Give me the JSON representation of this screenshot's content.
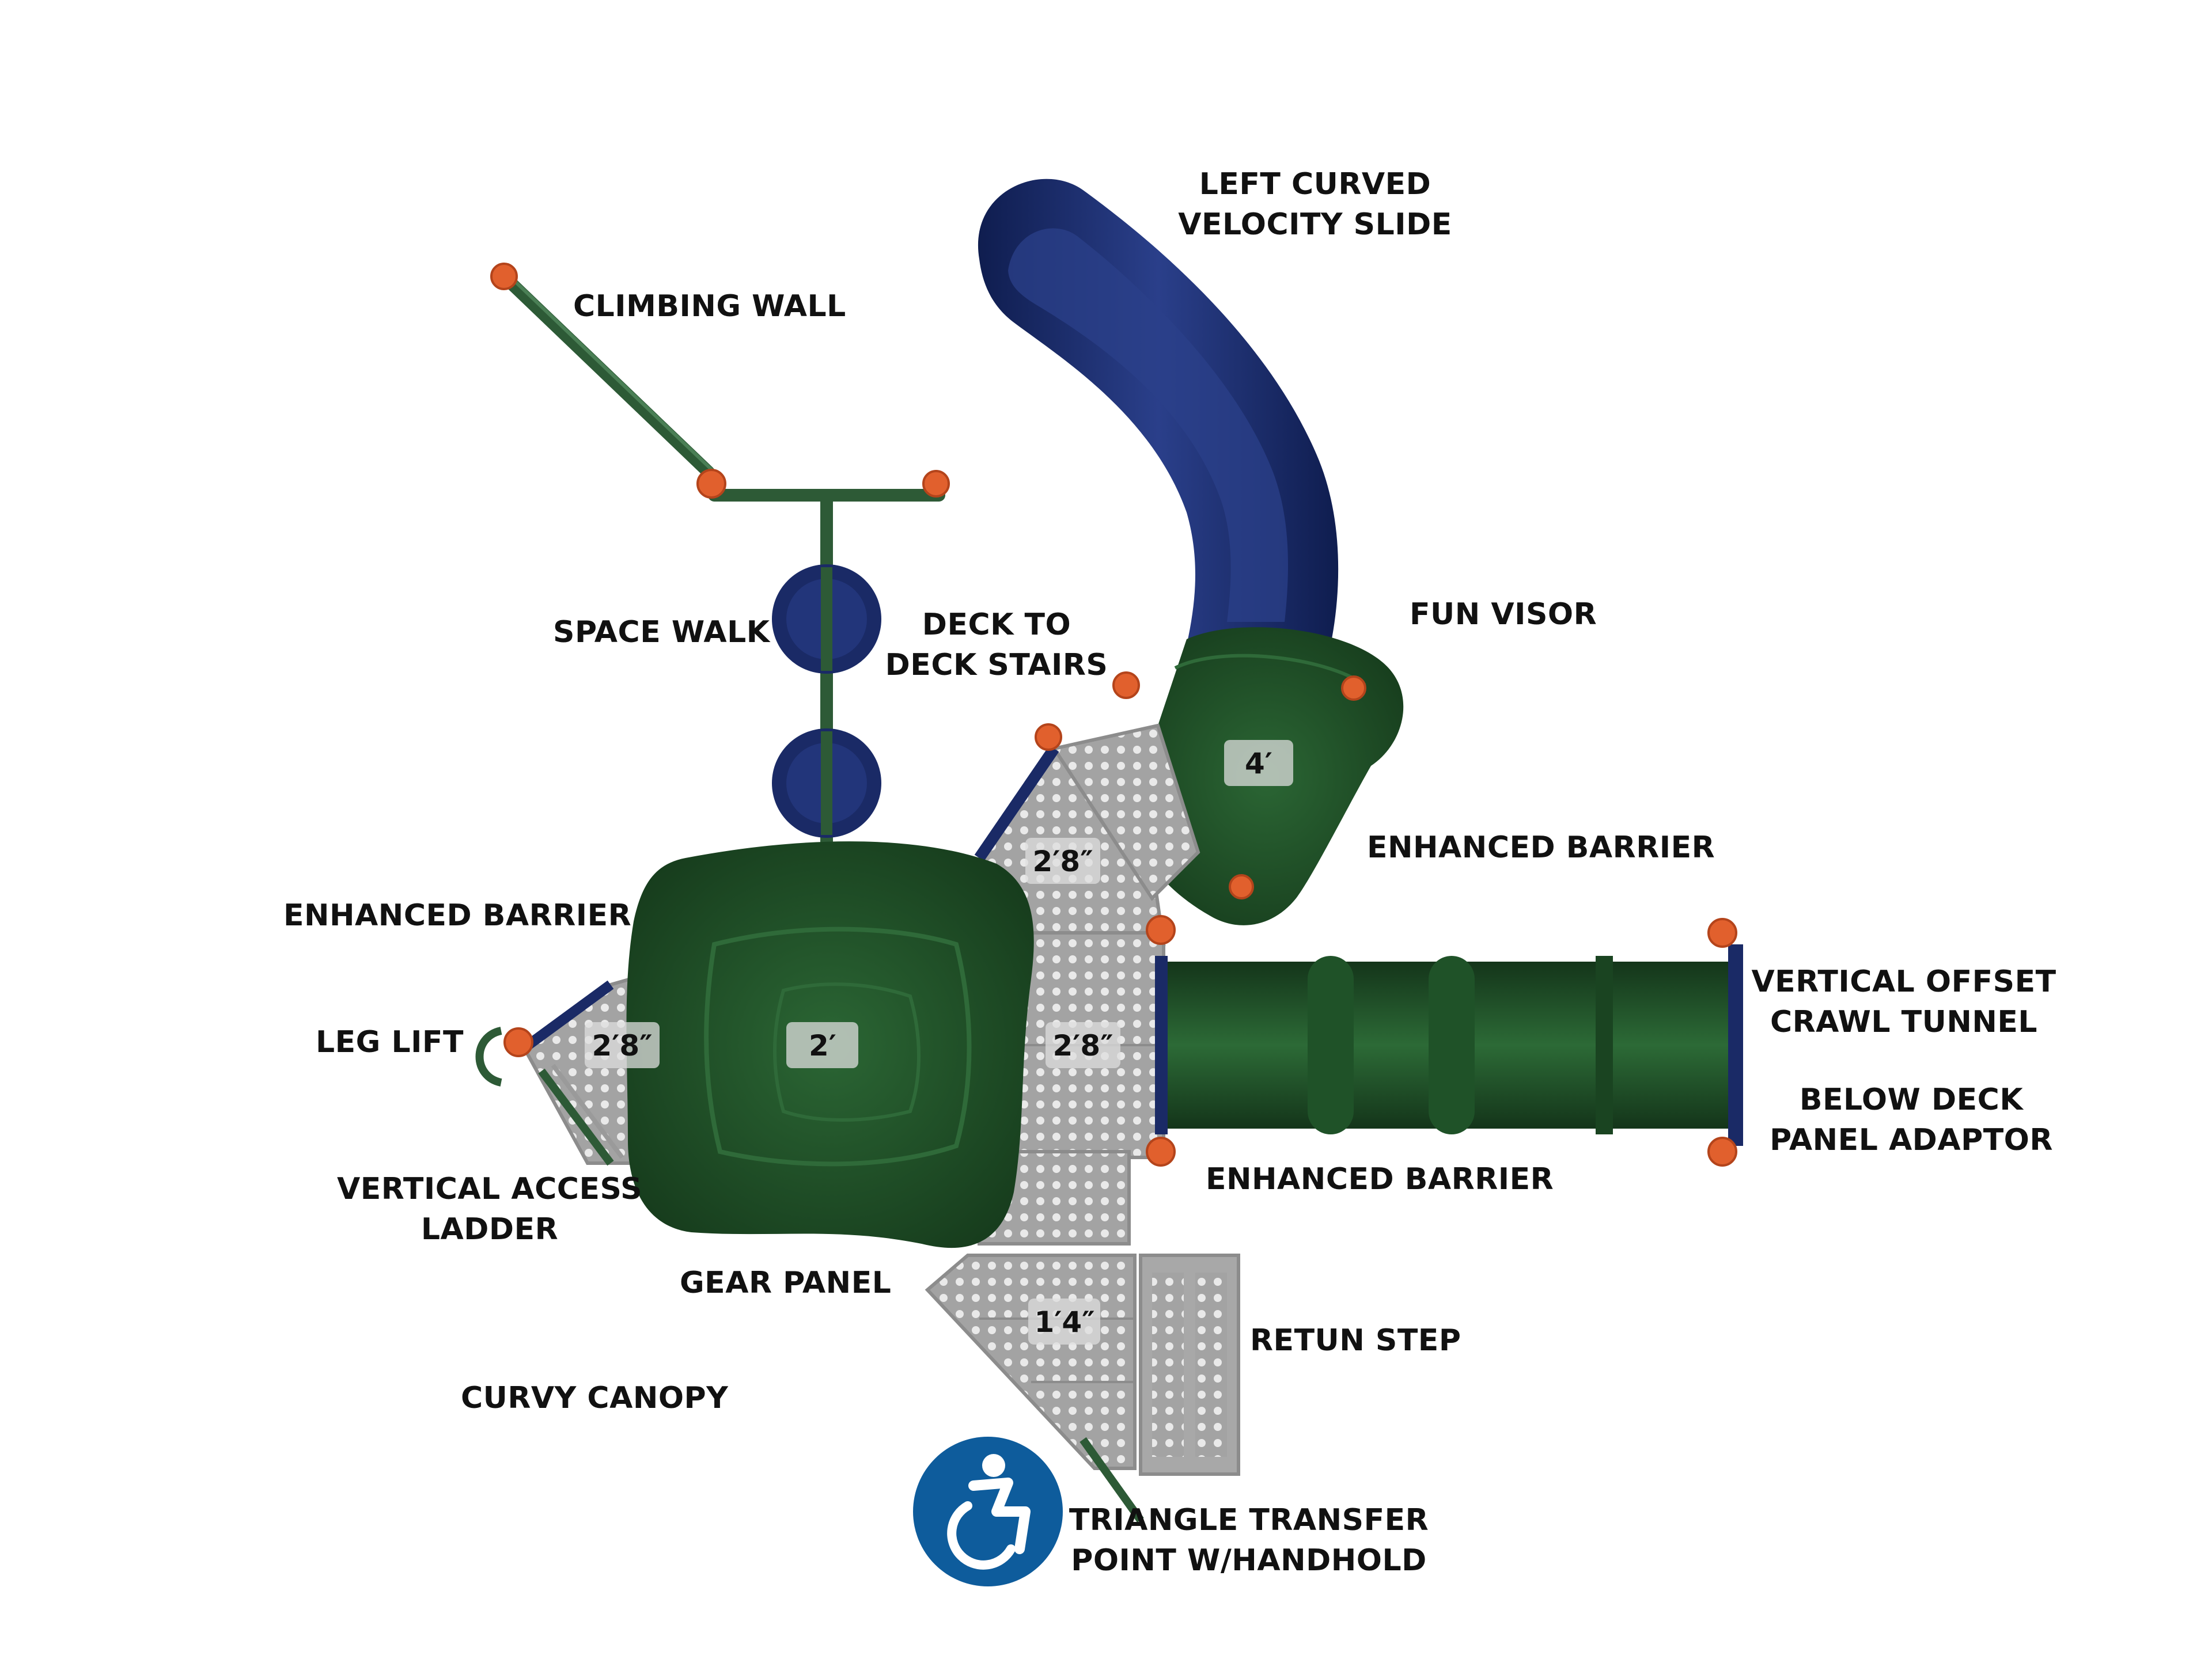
{
  "labels": {
    "left_curved_slide": [
      "LEFT CURVED",
      "VELOCITY SLIDE"
    ],
    "climbing_wall": "CLIMBING WALL",
    "space_walk": "SPACE WALK",
    "deck_to_deck_stairs": [
      "DECK TO",
      "DECK STAIRS"
    ],
    "fun_visor": "FUN VISOR",
    "enhanced_barrier_right": "ENHANCED BARRIER",
    "enhanced_barrier_left": "ENHANCED BARRIER",
    "leg_lift": "LEG LIFT",
    "vertical_offset_tunnel": [
      "VERTICAL OFFSET",
      "CRAWL TUNNEL"
    ],
    "below_deck_adaptor": [
      "BELOW DECK",
      "PANEL ADAPTOR"
    ],
    "enhanced_barrier_bottom": "ENHANCED BARRIER",
    "vertical_access_ladder": [
      "VERTICAL ACCESS",
      "LADDER"
    ],
    "gear_panel": "GEAR PANEL",
    "retun_step": "RETUN STEP",
    "curvy_canopy": "CURVY CANOPY",
    "triangle_transfer": [
      "TRIANGLE TRANSFER",
      "POINT W/HANDHOLD"
    ]
  },
  "heights": {
    "visor_deck": "4′",
    "stairs_deck": "2′8″",
    "left_deck": "2′8″",
    "canopy_deck": "2′",
    "center_deck": "2′8″",
    "transfer_deck": "1′4″"
  },
  "colors": {
    "slide_blue": "#1a2a66",
    "canopy_green": "#1f4d26",
    "post_green": "#2d5a36",
    "deck_gray": "#a3a3a3",
    "clamp_orange": "#e1602d",
    "accessibility_blue": "#0e5c9c"
  },
  "icons": {
    "accessibility": "wheelchair-icon"
  }
}
